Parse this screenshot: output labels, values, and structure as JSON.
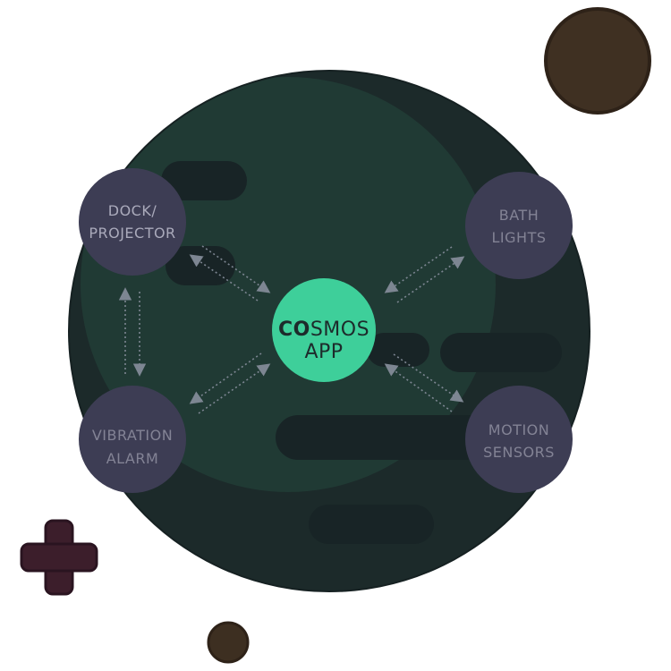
{
  "center": {
    "bold_text": "CO",
    "rest_text": "SMOS",
    "line2": "APP"
  },
  "nodes": {
    "dock": {
      "line1": "DOCK/",
      "line2": "PROJECTOR"
    },
    "bath": {
      "line1": "BATH",
      "line2": "LIGHTS"
    },
    "vibration": {
      "line1": "VIBRATION",
      "line2": "ALARM"
    },
    "motion": {
      "line1": "MOTION",
      "line2": "SENSORS"
    }
  },
  "colors": {
    "planet": "#1c2a2a",
    "planet_highlight": "#203a34",
    "planet_shadow": "#18232400",
    "crater": "#182426",
    "node": "#3d3d54",
    "node_text_dock": "#aaaabb",
    "node_text_other": "#838395",
    "center": "#3ecf9a",
    "center_text": "#1d2b2b",
    "arrow": "#7d8692",
    "moon_large": "#3f3022",
    "moon_small": "#3d2f21",
    "cross": "#3c1e2b"
  }
}
